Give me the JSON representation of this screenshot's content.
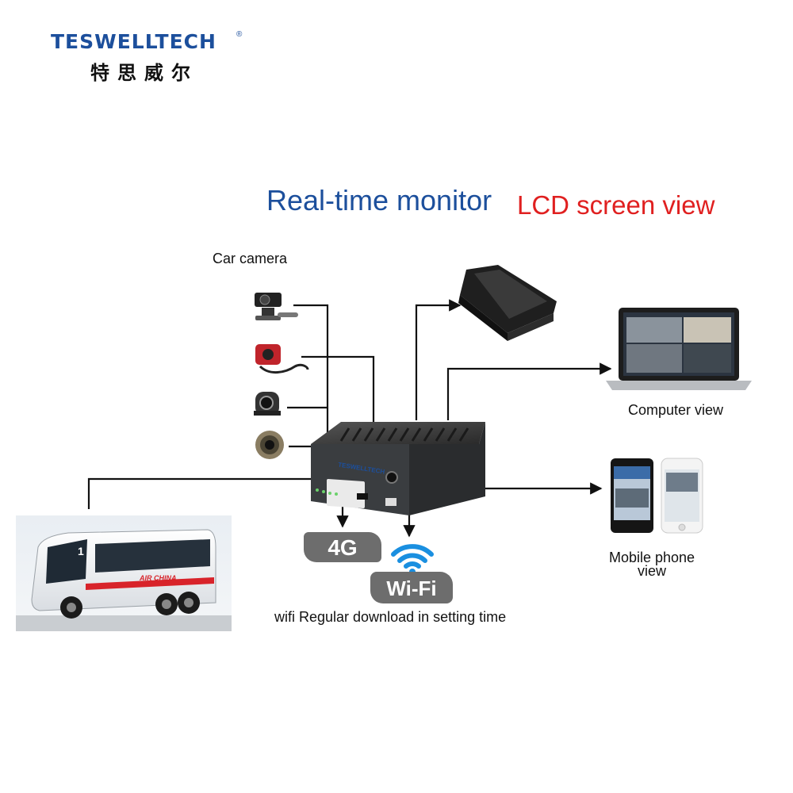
{
  "brand": {
    "name_en": "TESWELLTECH",
    "registered_mark": "®",
    "name_cn": "特思威尔"
  },
  "title": {
    "part1": "Real-time monitor",
    "part2": "LCD screen view"
  },
  "labels": {
    "car_camera": "Car camera",
    "computer_view": "Computer view",
    "mobile_phone_view": "Mobile phone view",
    "wifi_download": "wifi Regular download in setting time"
  },
  "badges": {
    "network_4g": "4G",
    "wifi": "Wi-Fi"
  },
  "device": {
    "brand_on_dvr": "TESWELLTECH"
  },
  "bus": {
    "livery_text": "AIR CHINA",
    "route_number": "1"
  },
  "colors": {
    "brand_blue": "#1c4f9c",
    "title_red": "#e02020",
    "badge_gray": "#6d6d6d",
    "wifi_blue": "#1a8fe0"
  }
}
